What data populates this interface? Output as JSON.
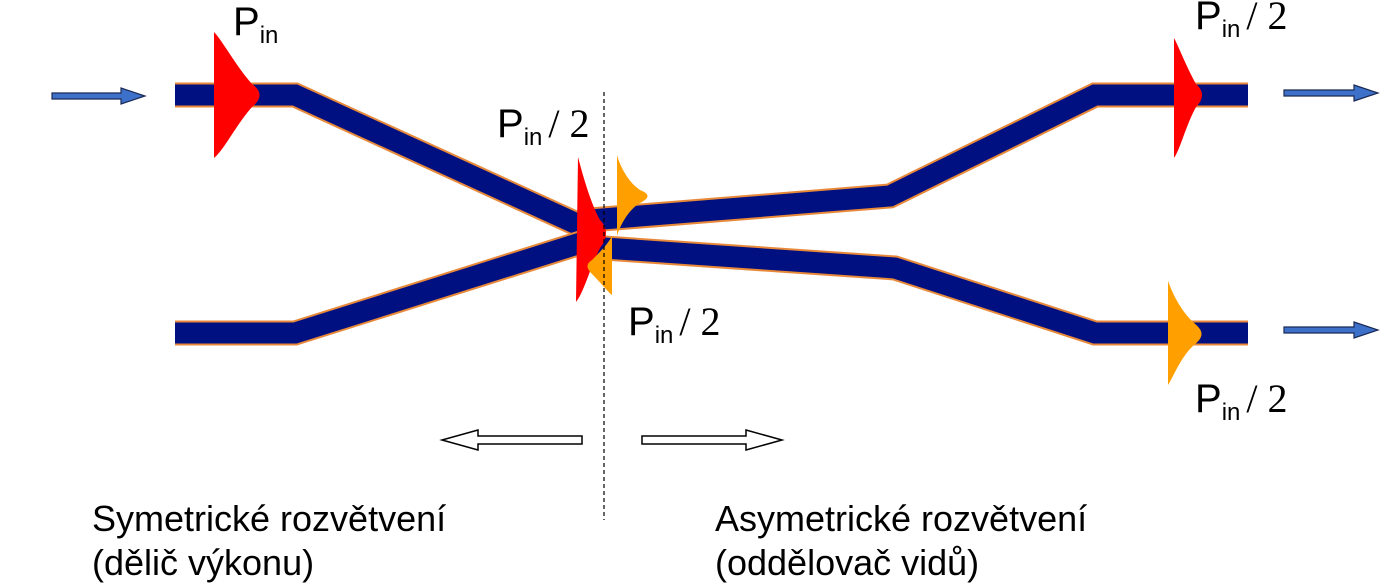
{
  "colors": {
    "waveguide_fill": "#001080",
    "waveguide_edge": "#e8893a",
    "mode_red": "#ff0000",
    "mode_orange": "#ffa000",
    "arrow_blue": "#3d70c8",
    "arrow_dark": "#1b2a55"
  },
  "labels": {
    "p": "P",
    "sub": "in",
    "half": "/ 2"
  },
  "captions": {
    "left_line1": "Symetrické rozvětvení",
    "left_line2": "(dělič výkonu)",
    "right_line1": "Asymetrické rozvětvení",
    "right_line2": "(oddělovač vidů)"
  }
}
